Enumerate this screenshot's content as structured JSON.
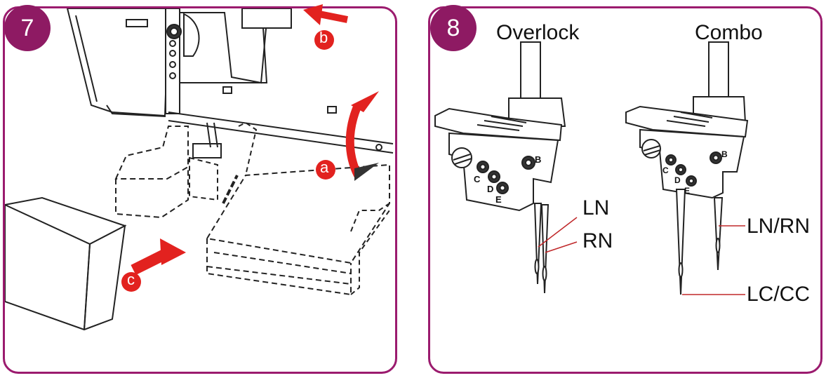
{
  "colors": {
    "frame": "#9b1b6e",
    "badge": "#8e1a63",
    "arrow": "#e2221f",
    "leader": "#c0282a"
  },
  "panel7": {
    "badge": "7",
    "markers": {
      "a": "a",
      "b": "b",
      "c": "c"
    }
  },
  "panel8": {
    "badge": "8",
    "overlock": {
      "title": "Overlock",
      "ln": "LN",
      "rn": "RN"
    },
    "combo": {
      "title": "Combo",
      "lnrn": "LN/RN",
      "lccc": "LC/CC"
    },
    "screw_letters": {
      "c": "C",
      "d": "D",
      "e": "E",
      "b": "B"
    }
  }
}
